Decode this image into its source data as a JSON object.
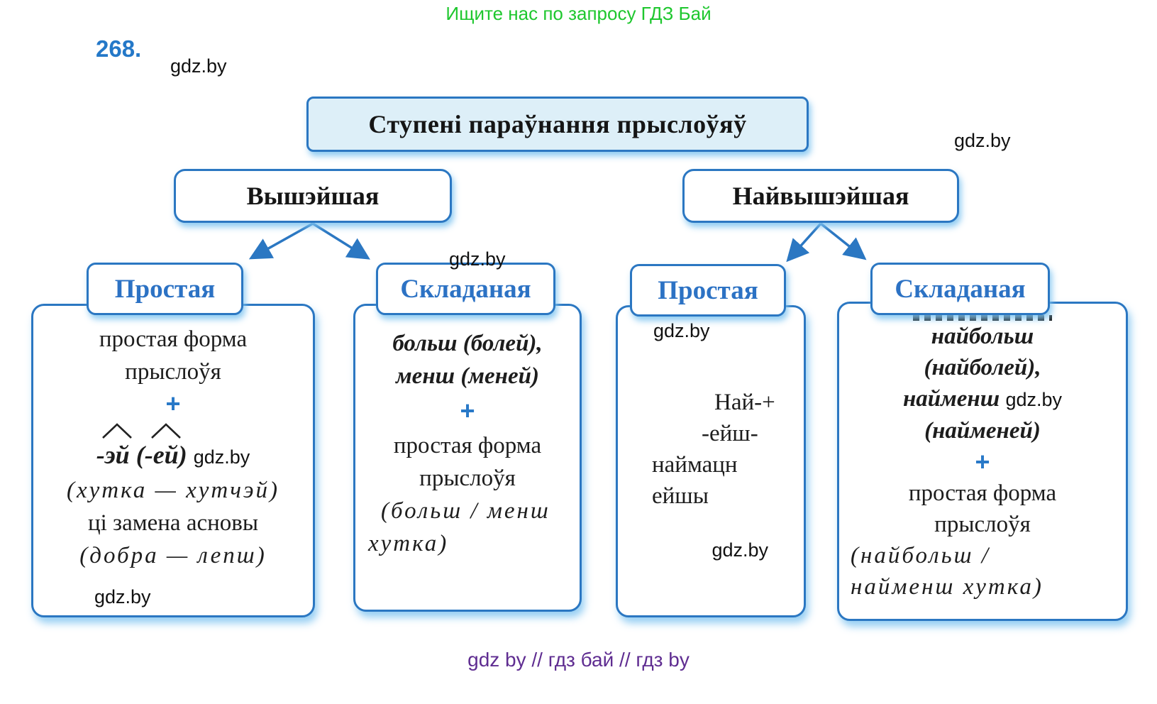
{
  "page": {
    "promo_text": "Ищите нас по запросу ГДЗ Бай",
    "exercise_number": "268.",
    "watermark": "gdz.by",
    "footer_text": "gdz by  //  гдз бай  //  гдз by"
  },
  "colors": {
    "accent_blue": "#2b77c2",
    "title_bg": "#ddeff8",
    "label_blue": "#2c72c4",
    "plus_blue": "#2979c8",
    "green": "#1ec72e",
    "purple": "#5f2d91",
    "text": "#1d1d1d"
  },
  "diagram": {
    "title": "Ступені параўнання прыслоўяў",
    "higher": {
      "degree_label": "Вышэйшая",
      "simple": {
        "form_label": "Простая",
        "line1": "простая форма",
        "line2": "прыслоўя",
        "plus": "+",
        "suffix": {
          "dash": "-",
          "stem1": "эй",
          "open": "(-",
          "stem2": "ей",
          "close": ")"
        },
        "example1": "(хутка — хутчэй)",
        "line3": "ці замена асновы",
        "example2": "(добра — лепш)"
      },
      "compound": {
        "form_label": "Складаная",
        "line1": "больш (болей),",
        "line2": "менш (меней)",
        "plus": "+",
        "line3": "простая форма",
        "line4": "прыслоўя",
        "example1": "(больш / менш",
        "example2": "хутка)"
      }
    },
    "superlative": {
      "degree_label": "Найвышэйшая",
      "simple": {
        "form_label": "Простая",
        "line1": "Най-+",
        "line2": "-ейш-",
        "line3": "наймацн",
        "line4": "ейшы"
      },
      "compound": {
        "form_label": "Складаная",
        "line1": "найбольш",
        "line2": "(найболей),",
        "line3": "найменш",
        "line4": "(найменей)",
        "plus": "+",
        "line5": "простая форма",
        "line6": "прыслоўя",
        "example1": "(найбольш /",
        "example2": "найменш хутка)"
      }
    }
  }
}
